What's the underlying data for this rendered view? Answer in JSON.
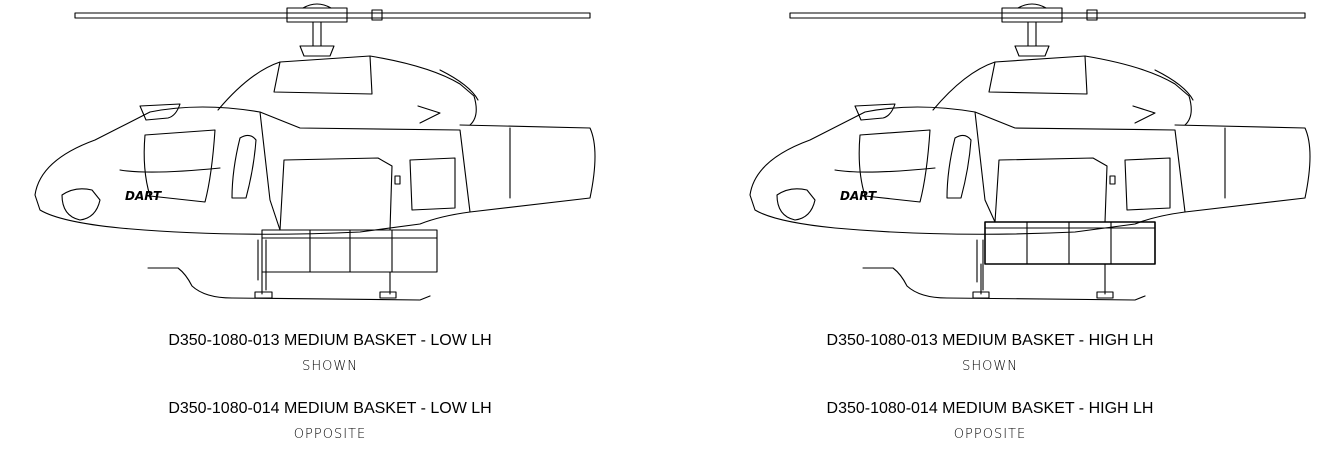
{
  "left": {
    "logo": "DART",
    "line1": "D350-1080-013 MEDIUM BASKET - LOW LH",
    "line2": "SHOWN",
    "line3": "D350-1080-014  MEDIUM BASKET - LOW LH",
    "line4": "OPPOSITE"
  },
  "right": {
    "logo": "DART",
    "line1": "D350-1080-013 MEDIUM BASKET - HIGH LH",
    "line2": "SHOWN",
    "line3": "D350-1080-014 MEDIUM BASKET - HIGH LH",
    "line4": "OPPOSITE"
  }
}
